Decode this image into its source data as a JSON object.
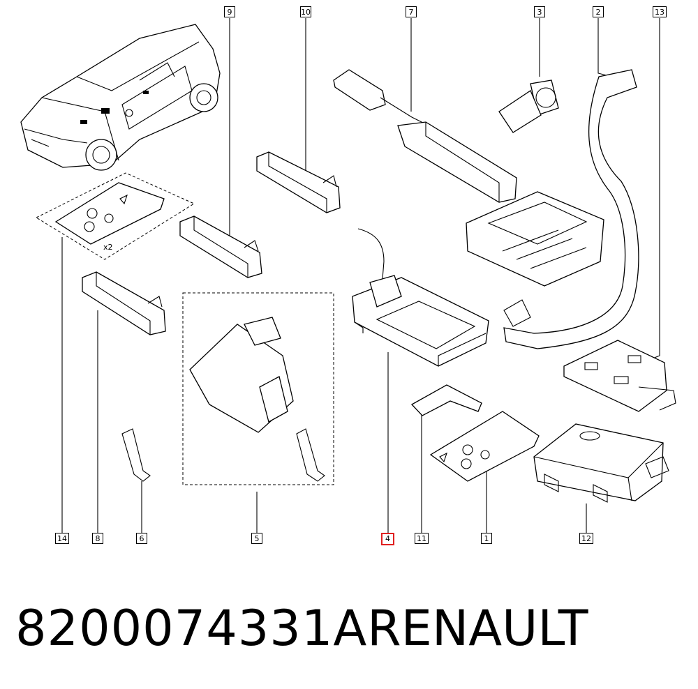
{
  "diagram": {
    "callouts": [
      {
        "label": "9"
      },
      {
        "label": "10"
      },
      {
        "label": "7"
      },
      {
        "label": "3"
      },
      {
        "label": "2"
      },
      {
        "label": "13"
      },
      {
        "label": "14"
      },
      {
        "label": "8"
      },
      {
        "label": "6"
      },
      {
        "label": "5"
      },
      {
        "label": "4",
        "highlighted": true
      },
      {
        "label": "11"
      },
      {
        "label": "1"
      },
      {
        "label": "12"
      }
    ],
    "quantity_note": "x2",
    "highlight_color": "#e02020"
  },
  "caption": {
    "part_number": "8200074331A",
    "brand": "RENAULT"
  }
}
